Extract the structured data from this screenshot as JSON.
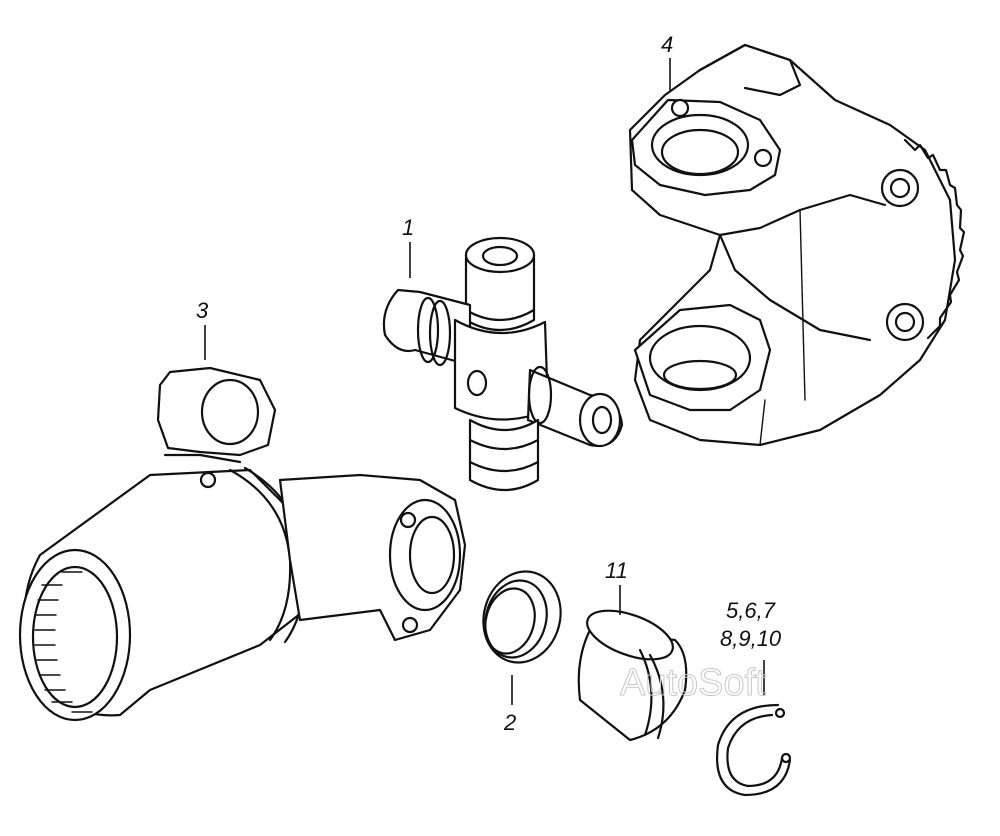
{
  "callouts": {
    "c1": "1",
    "c2": "2",
    "c3": "3",
    "c4": "4",
    "c11": "11",
    "c5_line1": "5,6,7",
    "c5_line2": "8,9,10"
  },
  "watermark": "AutoSoft",
  "colors": {
    "line": "#111111",
    "background": "#ffffff",
    "watermark": "#c8c8c8"
  }
}
